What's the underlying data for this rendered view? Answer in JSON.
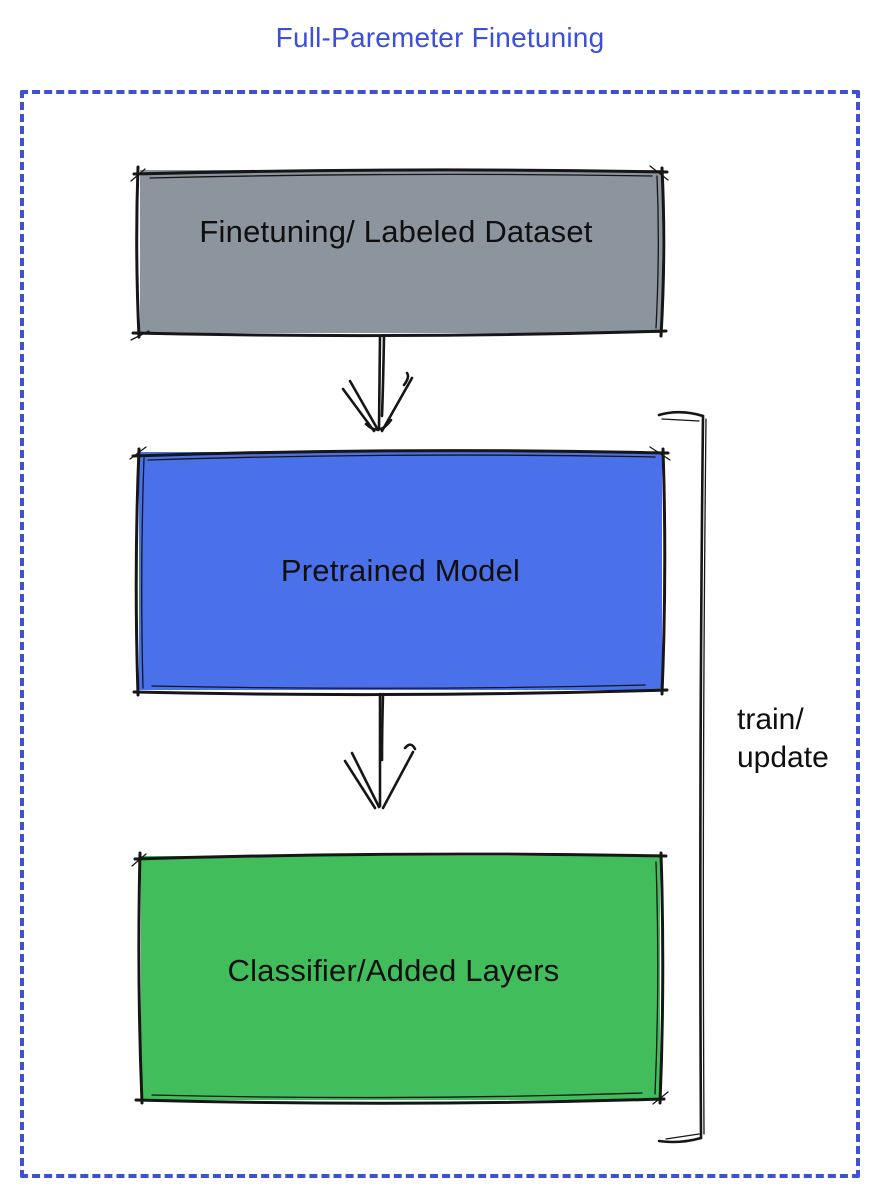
{
  "title": "Full-Paremeter Finetuning",
  "boxes": [
    {
      "id": "finetuning-dataset",
      "label": "Finetuning/ Labeled Dataset",
      "fill": "#8c949e"
    },
    {
      "id": "pretrained-model",
      "label": "Pretrained Model",
      "fill": "#4a70ea"
    },
    {
      "id": "classifier-added-layers",
      "label": "Classifier/Added Layers",
      "fill": "#41bd5c"
    }
  ],
  "bracket": {
    "label_line1": "train/",
    "label_line2": "update"
  },
  "connections": [
    {
      "type": "arrow-down",
      "from": "finetuning-dataset",
      "to": "pretrained-model"
    },
    {
      "type": "arrow-down",
      "from": "pretrained-model",
      "to": "classifier-added-layers"
    },
    {
      "type": "bracket",
      "spans": "pretrained-model + classifier-added-layers",
      "label": "train/ update"
    }
  ],
  "colors": {
    "title_text": "#3b4fd8",
    "frame_dotted": "#3f51d2",
    "sketch_stroke": "#161616",
    "label_text": "#0f0f0f",
    "gray_box": "#8c949e",
    "blue_box": "#4a70ea",
    "green_box": "#41bd5c"
  }
}
